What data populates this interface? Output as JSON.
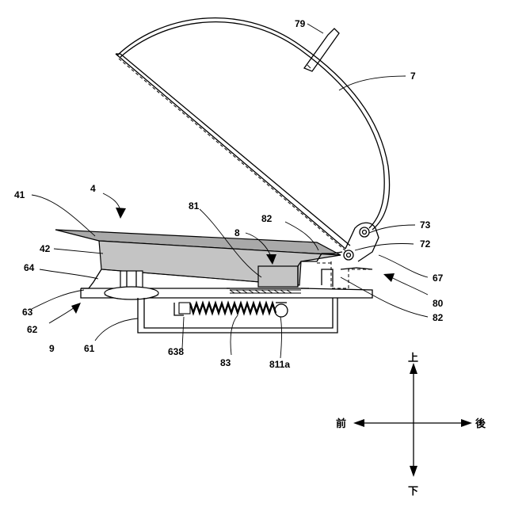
{
  "labels": {
    "l79": "79",
    "l7": "7",
    "l4": "4",
    "l41": "41",
    "l81": "81",
    "l82_top": "82",
    "l73": "73",
    "l8": "8",
    "l72": "72",
    "l42": "42",
    "l64": "64",
    "l67": "67",
    "l80": "80",
    "l63": "63",
    "l82_bottom": "82",
    "l62": "62",
    "l9": "9",
    "l61": "61",
    "l638": "638",
    "l83": "83",
    "l811a": "811a"
  },
  "directions": {
    "up": "上",
    "down": "下",
    "front": "前",
    "back": "後"
  }
}
